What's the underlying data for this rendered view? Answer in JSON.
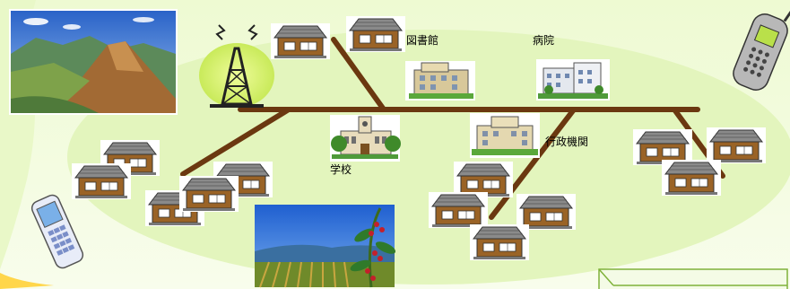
{
  "labels": {
    "library": "図書館",
    "hospital": "病院",
    "school": "学校",
    "government": "行政機関"
  },
  "colors": {
    "background_gradient_top": "#f2fbd8",
    "field_ellipse": "#e6f6c4",
    "network_line": "#6b3810",
    "tower_glow": "#d9f27a",
    "house_roof": "#7f7f7f",
    "house_wall": "#8b5a1e"
  },
  "icons": [
    "mountain-landscape-icon",
    "radio-tower-icon",
    "house-icon",
    "library-building-icon",
    "hospital-building-icon",
    "school-building-icon",
    "government-building-icon",
    "mobile-phone-icon",
    "coffee-farm-image"
  ]
}
